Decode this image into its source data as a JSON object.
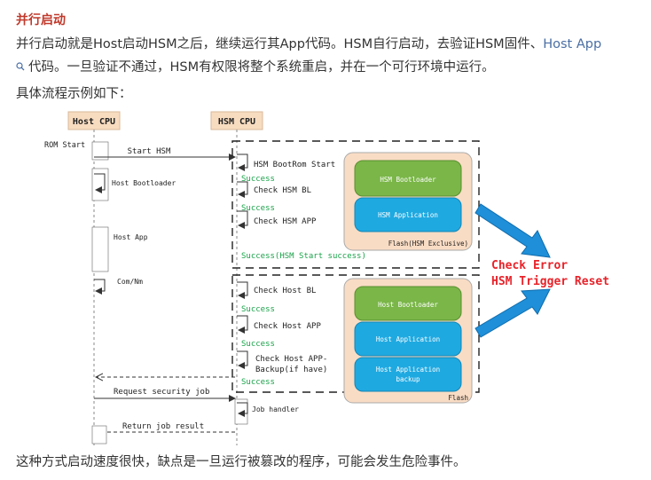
{
  "section_title": "并行启动",
  "para1_part1": "并行启动就是Host启动HSM之后，继续运行其App代码。HSM自行启动，去验证HSM固件、",
  "para1_link": "Host App",
  "para2": "代码。一旦验证不通过，HSM有权限将整个系统重启，并在一个可行环境中运行。",
  "para3": "具体流程示例如下：",
  "para4": "这种方式启动速度很快，缺点是一旦运行被篡改的程序，可能会发生危险事件。",
  "diagram": {
    "host_cpu": "Host CPU",
    "hsm_cpu": "HSM CPU",
    "rom_start": "ROM Start",
    "start_hsm": "Start HSM",
    "host_bootloader": "Host Bootloader",
    "host_app": "Host App",
    "com_nm": "Com/Nm",
    "request_security_job": "Request security job",
    "return_job_result": "Return job result",
    "hsm_bootrom_start": "HSM BootRom Start",
    "success": "Success",
    "check_hsm_bl": "Check HSM BL",
    "check_hsm_app": "Check HSM APP",
    "success_hsm_start": "Success(HSM Start success)",
    "check_host_bl": "Check Host BL",
    "check_host_app": "Check Host APP",
    "check_host_app_backup_1": "Check Host APP-",
    "check_host_app_backup_2": "Backup(if have)",
    "job_handler": "Job handler",
    "flash1_blocks": [
      "HSM Bootloader",
      "HSM Application"
    ],
    "flash1_label": "Flash(HSM Exclusive)",
    "flash2_blocks": [
      "Host Bootloader",
      "Host Application"
    ],
    "flash2_block3_line1": "Host Application",
    "flash2_block3_line2": "backup",
    "flash2_label": "Flash",
    "check_error": "Check Error",
    "hsm_trigger_reset": "HSM Trigger Reset"
  },
  "colors": {
    "heading": "#c0392b",
    "link": "#4a6fa5",
    "success_green": "#1aa34a",
    "error_red": "#e8232a",
    "arrow_blue": "#1e8fd8",
    "flash_bg": "#f9dcc4",
    "block_green": "#7ab648",
    "block_blue": "#1fa9e1",
    "lifeline_header": "#f8dcc0"
  }
}
